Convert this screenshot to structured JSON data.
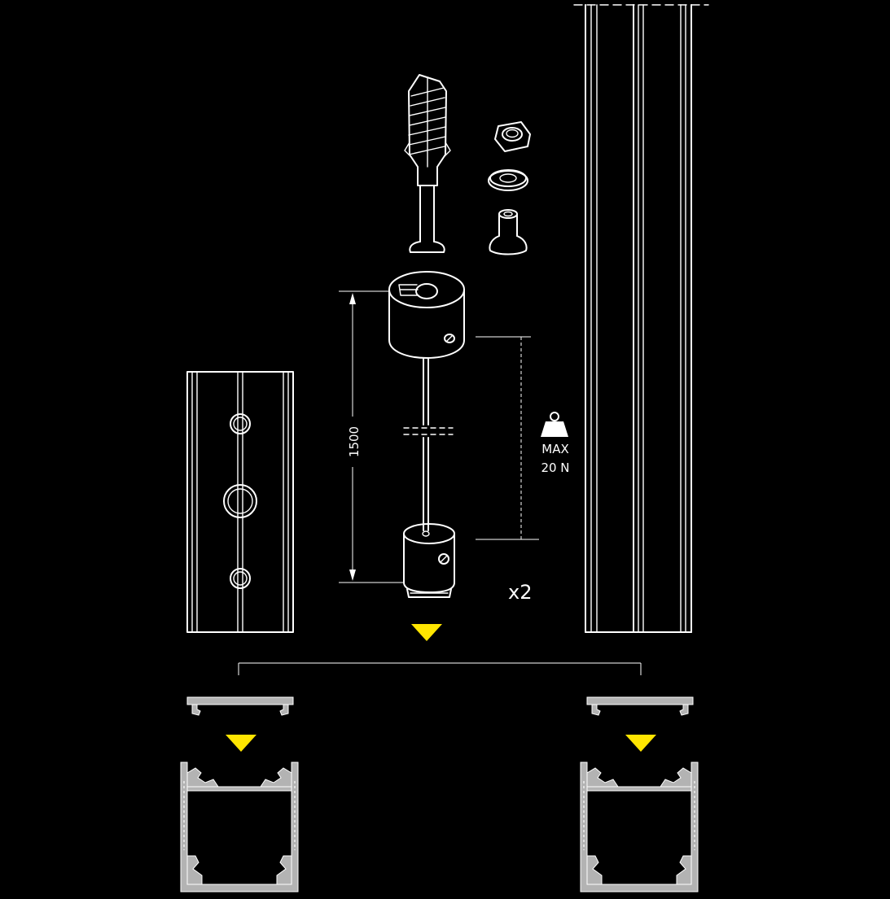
{
  "dimension": {
    "cable_length": "1500"
  },
  "load": {
    "max_label": "MAX",
    "value": "20 N"
  },
  "quantity": {
    "label": "x2"
  },
  "colors": {
    "background": "#000000",
    "line": "#ffffff",
    "profile": "#b3b3b3",
    "arrow": "#ffe500"
  },
  "icons": [
    "wall-plug-icon",
    "nut-icon",
    "washer-icon",
    "screw-icon",
    "ceiling-cap-icon",
    "cable-gripper-icon",
    "weight-icon",
    "arrow-down-icon"
  ]
}
